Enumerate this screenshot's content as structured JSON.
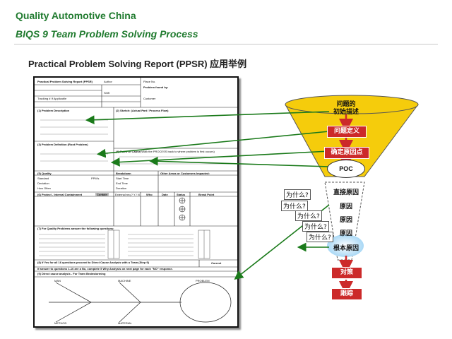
{
  "header": {
    "company": "Quality Automotive China",
    "process": "BIQS 9 Team Problem Solving Process"
  },
  "subtitle": "Practical Problem Solving Report (PPSR) 应用举例",
  "form": {
    "title": "Practical Problem Solving Report (PPSR)",
    "author_label": "Author",
    "date_label": "Date",
    "shift_label": "Shift",
    "tracking_label": "Tracking # If Applicable",
    "place_label": "Place No.",
    "found_by_label": "Problem found by:",
    "customer_label": "Customer",
    "problem_desc": "(1) Problem Description",
    "sketch": "(2) Sketch: (Actual Part / Process Flow)",
    "problem_def": "(3) Problem Definition (Root Problem)",
    "poc": "(4) Point Of Cause",
    "poc_note": "(Walk the PROCESS back to where problem is first occurs)",
    "quality_label": "(5) Quality",
    "breakdown_label": "Breakdown",
    "other_areas": "Other Areas or Customers Impacted:",
    "standard": "Standard",
    "deviation": "Deviation",
    "how_often": "How Often",
    "ppm": "PPM's",
    "start_time": "Start Time",
    "end_time": "End Time",
    "duration": "Duration",
    "protect": "(6) Protect - Interval Containment",
    "contain": "Contain",
    "ext_req": "External req.? Y / N",
    "who": "Who",
    "date_col": "Date",
    "status": "Status",
    "break_point": "Break Point",
    "questions": "(7) For Quality Problems answer the following questions:",
    "correct": "Correct",
    "yes_note": "(8) If Yes for all 16 questions proceed to Direct Cause Analysis with a Team (Step 9)",
    "no_note": "If answer to questions 1-16 are a No, complete 5 Why Analysis on next page for each \"NO\" response.",
    "direct_cause": "(9) Direct cause analysis - For Team Brainstorming",
    "man": "MAN",
    "machine": "MACHINE",
    "method": "METHOD",
    "material": "MATERIAL",
    "problem": "PROBLEM"
  },
  "funnel": {
    "stages": [
      "问题的",
      "初始描述",
      "问题定义",
      "确定原因点",
      "POC",
      "直接原因",
      "原因",
      "原因",
      "原因",
      "根本原因",
      "对策",
      "跟踪"
    ],
    "whys": [
      "为什么?",
      "为什么?",
      "为什么?",
      "为什么?",
      "为什么?"
    ],
    "colors": {
      "funnel": "#f5cc0c",
      "box": "#cc2a2a",
      "arrow": "#1a7a1a",
      "title": "#1f7a2e"
    }
  }
}
